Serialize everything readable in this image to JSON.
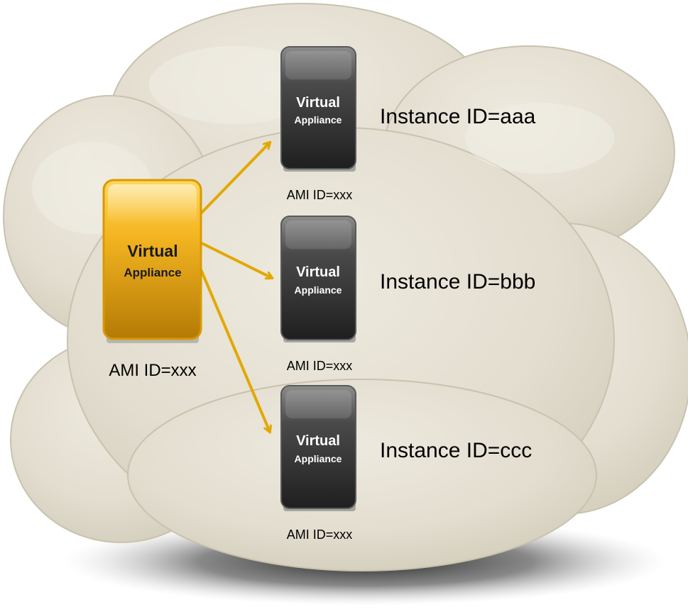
{
  "source": {
    "title_line1": "Virtual",
    "title_line2": "Appliance",
    "label": "AMI ID=xxx",
    "color": "#E8A30A"
  },
  "instances": [
    {
      "title_line1": "Virtual",
      "title_line2": "Appliance",
      "ami_label": "AMI ID=xxx",
      "instance_label": "Instance ID=aaa"
    },
    {
      "title_line1": "Virtual",
      "title_line2": "Appliance",
      "ami_label": "AMI ID=xxx",
      "instance_label": "Instance ID=bbb"
    },
    {
      "title_line1": "Virtual",
      "title_line2": "Appliance",
      "ami_label": "AMI ID=xxx",
      "instance_label": "Instance ID=ccc"
    }
  ],
  "colors": {
    "cloud": "#DED8C8",
    "arrow": "#E2A800",
    "instance_box": "#3A3A3A"
  }
}
